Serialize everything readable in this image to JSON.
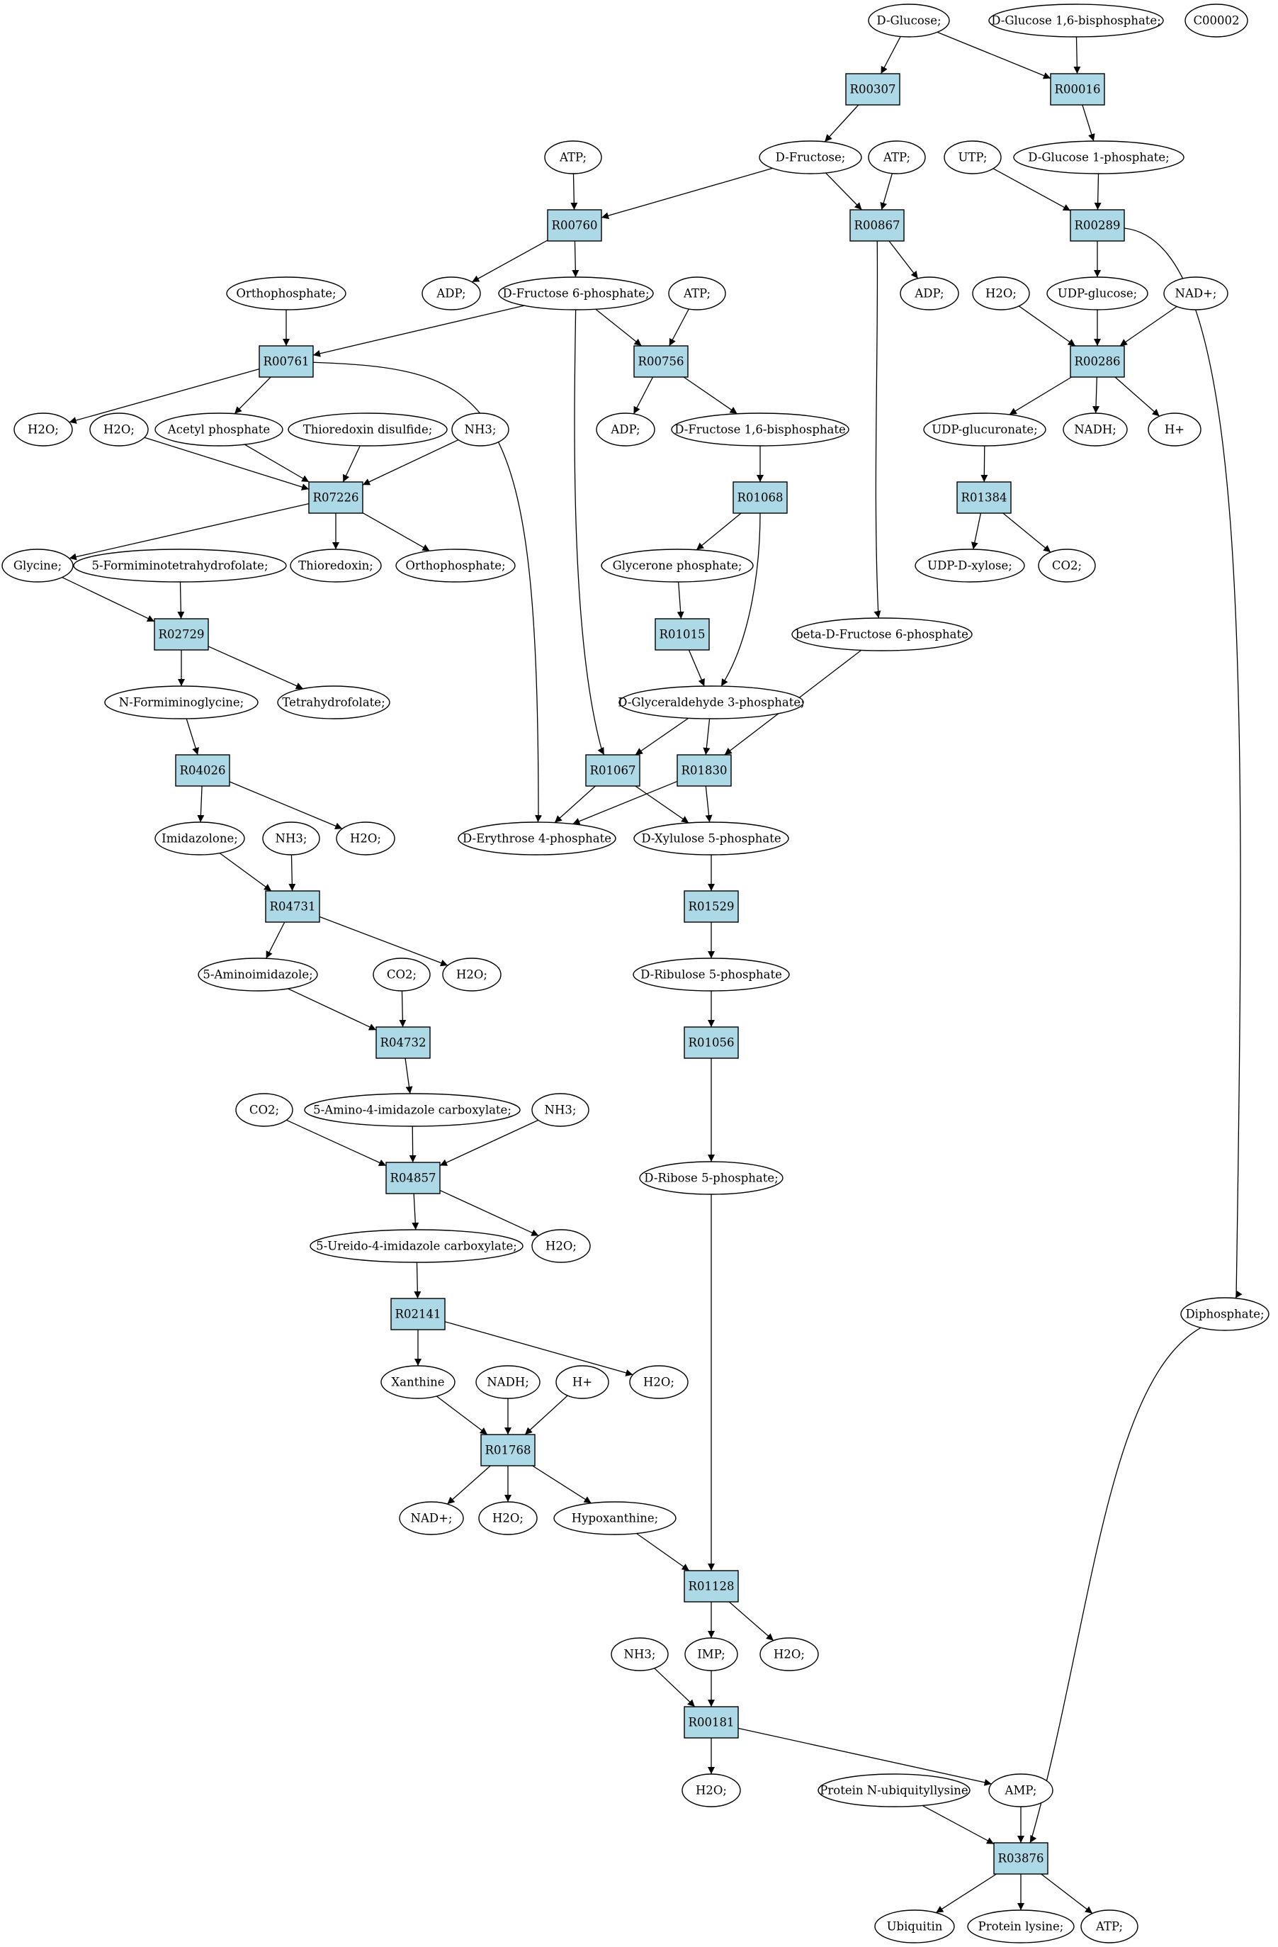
{
  "colors": {
    "reaction": "#add8e6",
    "start": "#00ff00",
    "special": "#ffff00",
    "compound": "#ffffff"
  },
  "compounds": {
    "glucose": "D-Glucose;",
    "glc16bp": "D-Glucose 1,6-bisphosphate;",
    "c00002": "C00002",
    "atp1": "ATP;",
    "fructose": "D-Fructose;",
    "atp2": "ATP;",
    "utp": "UTP;",
    "glc1p": "D-Glucose 1-phosphate;",
    "orthophos1": "Orthophosphate;",
    "adp1": "ADP;",
    "f6p": "D-Fructose 6-phosphate;",
    "atp3": "ATP;",
    "adp2": "ADP;",
    "h2o_a": "H2O;",
    "udpglc": "UDP-glucose;",
    "nadp": "NAD+;",
    "h2o1": "H2O;",
    "h2o2": "H2O;",
    "acetylp": "Acetyl phosphate",
    "thiodis": "Thioredoxin disulfide;",
    "nh3_1": "NH3;",
    "adp3": "ADP;",
    "f16bp": "D-Fructose 1,6-bisphosphate",
    "udpglcur": "UDP-glucuronate;",
    "nadh1": "NADH;",
    "hplus1": "H+",
    "glycine": "Glycine;",
    "formthf": "5-Formiminotetrahydrofolate;",
    "thioredoxin": "Thioredoxin;",
    "orthophos2": "Orthophosphate;",
    "dhap": "Glycerone phosphate;",
    "udpxyl": "UDP-D-xylose;",
    "co2_1": "CO2;",
    "bf6p": "beta-D-Fructose 6-phosphate",
    "formgly": "N-Formiminoglycine;",
    "thf": "Tetrahydrofolate;",
    "g3p": "D-Glyceraldehyde 3-phosphate;",
    "imidazolone": "Imidazolone;",
    "nh3_2": "NH3;",
    "h2o3": "H2O;",
    "e4p": "D-Erythrose 4-phosphate",
    "x5p": "D-Xylulose 5-phosphate",
    "aminoimid": "5-Aminoimidazole;",
    "co2_2": "CO2;",
    "h2o4": "H2O;",
    "ru5p": "D-Ribulose 5-phosphate",
    "co2_3": "CO2;",
    "aicarb": "5-Amino-4-imidazole carboxylate;",
    "nh3_3": "NH3;",
    "r5p": "D-Ribose 5-phosphate;",
    "ureido": "5-Ureido-4-imidazole carboxylate;",
    "h2o5": "H2O;",
    "diphos": "Diphosphate;",
    "xanthine": "Xanthine",
    "nadh2": "NADH;",
    "hplus2": "H+",
    "h2o6": "H2O;",
    "nadp2": "NAD+;",
    "h2o7": "H2O;",
    "hypox": "Hypoxanthine;",
    "nh3_4": "NH3;",
    "imp": "IMP;",
    "h2o8": "H2O;",
    "h2o9": "H2O;",
    "protubi": "Protein N-ubiquityllysine",
    "amp": "AMP;",
    "ubiquitin": "Ubiquitin",
    "protlys": "Protein lysine;",
    "atp4": "ATP;"
  },
  "reactions": {
    "R00307": "R00307",
    "R00016": "R00016",
    "R00760": "R00760",
    "R00867": "R00867",
    "R00289": "R00289",
    "R00761": "R00761",
    "R00756": "R00756",
    "R00286": "R00286",
    "R07226": "R07226",
    "R01068": "R01068",
    "R01384": "R01384",
    "R02729": "R02729",
    "R01015": "R01015",
    "R04026": "R04026",
    "R01067": "R01067",
    "R01830": "R01830",
    "R04731": "R04731",
    "R01529": "R01529",
    "R04732": "R04732",
    "R01056": "R01056",
    "R04857": "R04857",
    "R02141": "R02141",
    "R01768": "R01768",
    "R01128": "R01128",
    "R00181": "R00181",
    "R03876": "R03876"
  },
  "edges": [
    [
      "glucose",
      "R00307"
    ],
    [
      "glucose",
      "R00016"
    ],
    [
      "glc16bp",
      "R00016"
    ],
    [
      "R00307",
      "fructose"
    ],
    [
      "R00016",
      "glc1p"
    ],
    [
      "atp1",
      "R00760"
    ],
    [
      "fructose",
      "R00760"
    ],
    [
      "fructose",
      "R00867"
    ],
    [
      "atp2",
      "R00867"
    ],
    [
      "utp",
      "R00289"
    ],
    [
      "glc1p",
      "R00289"
    ],
    [
      "R00760",
      "adp1"
    ],
    [
      "R00760",
      "f6p"
    ],
    [
      "R00867",
      "adp2"
    ],
    [
      "R00867",
      "bf6p"
    ],
    [
      "R00289",
      "udpglc"
    ],
    [
      "R00289",
      "diphos"
    ],
    [
      "orthophos1",
      "R00761"
    ],
    [
      "f6p",
      "R00761"
    ],
    [
      "f6p",
      "R00756"
    ],
    [
      "atp3",
      "R00756"
    ],
    [
      "f6p",
      "R01067"
    ],
    [
      "h2o_a",
      "R00286"
    ],
    [
      "udpglc",
      "R00286"
    ],
    [
      "nadp",
      "R00286"
    ],
    [
      "R00761",
      "h2o1"
    ],
    [
      "R00761",
      "acetylp"
    ],
    [
      "R00761",
      "e4p"
    ],
    [
      "R00756",
      "adp3"
    ],
    [
      "R00756",
      "f16bp"
    ],
    [
      "R00286",
      "udpglcur"
    ],
    [
      "R00286",
      "nadh1"
    ],
    [
      "R00286",
      "hplus1"
    ],
    [
      "h2o2",
      "R07226"
    ],
    [
      "acetylp",
      "R07226"
    ],
    [
      "thiodis",
      "R07226"
    ],
    [
      "nh3_1",
      "R07226"
    ],
    [
      "f16bp",
      "R01068"
    ],
    [
      "udpglcur",
      "R01384"
    ],
    [
      "R07226",
      "glycine"
    ],
    [
      "R07226",
      "thioredoxin"
    ],
    [
      "R07226",
      "orthophos2"
    ],
    [
      "R01068",
      "dhap"
    ],
    [
      "R01068",
      "g3p"
    ],
    [
      "R01384",
      "udpxyl"
    ],
    [
      "R01384",
      "co2_1"
    ],
    [
      "glycine",
      "R02729"
    ],
    [
      "formthf",
      "R02729"
    ],
    [
      "dhap",
      "R01015"
    ],
    [
      "R02729",
      "formgly"
    ],
    [
      "R02729",
      "thf"
    ],
    [
      "R01015",
      "g3p"
    ],
    [
      "formgly",
      "R04026"
    ],
    [
      "g3p",
      "R01067"
    ],
    [
      "g3p",
      "R01830"
    ],
    [
      "bf6p",
      "R01830"
    ],
    [
      "R04026",
      "imidazolone"
    ],
    [
      "R04026",
      "h2o3"
    ],
    [
      "R01067",
      "e4p"
    ],
    [
      "R01067",
      "x5p"
    ],
    [
      "R01830",
      "e4p"
    ],
    [
      "R01830",
      "x5p"
    ],
    [
      "imidazolone",
      "R04731"
    ],
    [
      "nh3_2",
      "R04731"
    ],
    [
      "x5p",
      "R01529"
    ],
    [
      "R04731",
      "aminoimid"
    ],
    [
      "R04731",
      "h2o4"
    ],
    [
      "R01529",
      "ru5p"
    ],
    [
      "aminoimid",
      "R04732"
    ],
    [
      "co2_2",
      "R04732"
    ],
    [
      "ru5p",
      "R01056"
    ],
    [
      "R04732",
      "aicarb"
    ],
    [
      "R01056",
      "r5p"
    ],
    [
      "co2_3",
      "R04857"
    ],
    [
      "aicarb",
      "R04857"
    ],
    [
      "nh3_3",
      "R04857"
    ],
    [
      "R04857",
      "ureido"
    ],
    [
      "R04857",
      "h2o5"
    ],
    [
      "ureido",
      "R02141"
    ],
    [
      "R02141",
      "xanthine"
    ],
    [
      "R02141",
      "h2o6"
    ],
    [
      "xanthine",
      "R01768"
    ],
    [
      "nadh2",
      "R01768"
    ],
    [
      "hplus2",
      "R01768"
    ],
    [
      "R01768",
      "nadp2"
    ],
    [
      "R01768",
      "h2o7"
    ],
    [
      "R01768",
      "hypox"
    ],
    [
      "hypox",
      "R01128"
    ],
    [
      "r5p",
      "R01128"
    ],
    [
      "R01128",
      "imp"
    ],
    [
      "R01128",
      "h2o8"
    ],
    [
      "nh3_4",
      "R00181"
    ],
    [
      "imp",
      "R00181"
    ],
    [
      "R00181",
      "h2o9"
    ],
    [
      "R00181",
      "amp"
    ],
    [
      "protubi",
      "R03876"
    ],
    [
      "amp",
      "R03876"
    ],
    [
      "diphos",
      "R03876"
    ],
    [
      "R03876",
      "ubiquitin"
    ],
    [
      "R03876",
      "protlys"
    ],
    [
      "R03876",
      "atp4"
    ]
  ]
}
